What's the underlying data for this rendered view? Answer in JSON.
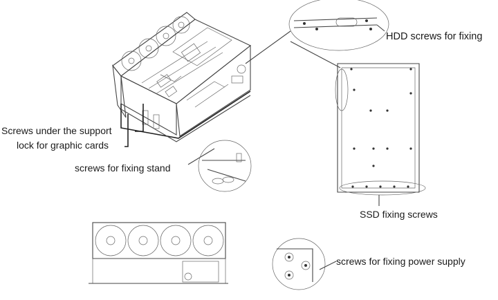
{
  "labels": {
    "hdd_screws": "HDD screws for fixing",
    "support_lock_line1": "Screws under the support",
    "support_lock_line2": "lock for graphic cards",
    "fixing_stand": "screws for fixing stand",
    "ssd_screws": "SSD fixing screws",
    "power_supply": "screws for fixing power supply"
  }
}
